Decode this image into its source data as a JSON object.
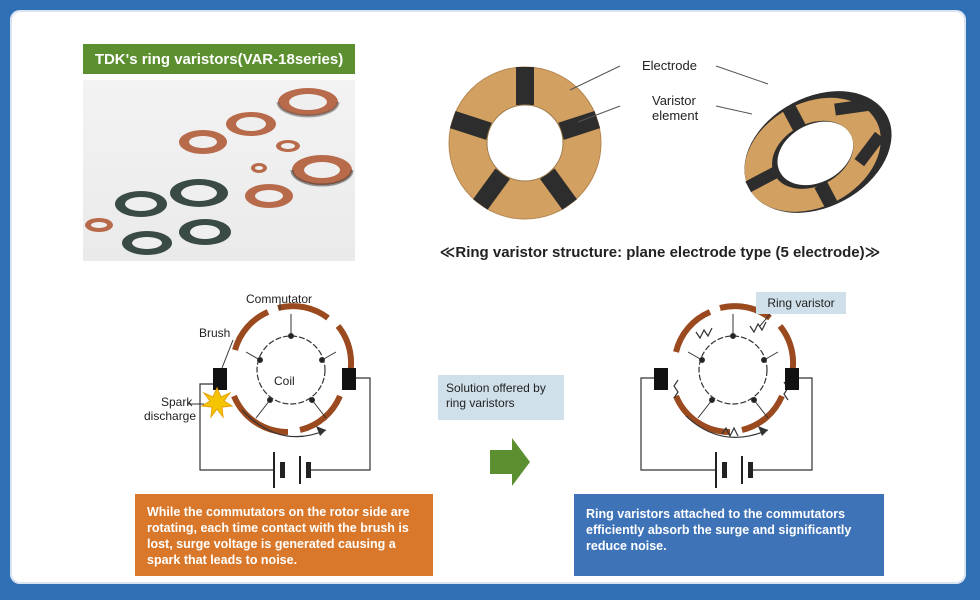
{
  "photo_section": {
    "title": "TDK's ring varistors(VAR-18series)"
  },
  "structure_section": {
    "label_electrode": "Electrode",
    "label_varistor_line1": "Varistor",
    "label_varistor_line2": "element",
    "caption": "≪Ring varistor structure: plane electrode type (5 electrode)≫"
  },
  "motor_left": {
    "commutator": "Commutator",
    "brush": "Brush",
    "coil": "Coil",
    "spark_line1": "Spark",
    "spark_line2": "discharge",
    "description": "While the commutators on the rotor side are rotating, each time contact with the brush is lost, surge voltage is generated causing a spark that leads to noise."
  },
  "solution": {
    "label": "Solution offered by ring varistors"
  },
  "motor_right": {
    "ring_varistor_label": "Ring varistor",
    "description": "Ring varistors attached to the commutators efficiently absorb the surge and significantly reduce noise."
  },
  "colors": {
    "title_green": "#5b8f2f",
    "arrow_green": "#5b8f2f",
    "orange_box": "#d9782a",
    "blue_box": "#3f73b8",
    "ring_tan": "#d2a061",
    "electrode_dark": "#2d2d2d",
    "commutator_brown": "#9b4a1f",
    "frame_blue": "#2f6fb3"
  }
}
